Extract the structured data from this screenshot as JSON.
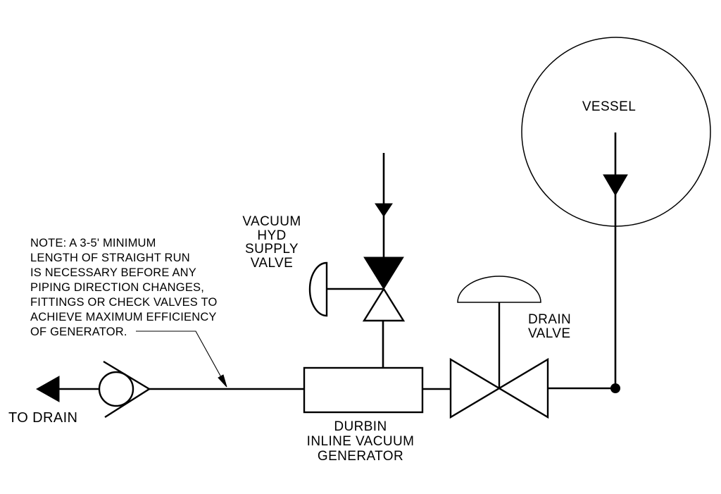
{
  "colors": {
    "line": "#000000",
    "background": "#ffffff"
  },
  "note": {
    "lines": [
      "NOTE: A 3-5' MINIMUM",
      "LENGTH OF STRAIGHT RUN",
      "IS NECESSARY BEFORE ANY",
      "PIPING DIRECTION CHANGES,",
      "FITTINGS OR CHECK VALVES TO",
      "ACHIEVE MAXIMUM EFFICIENCY",
      "OF GENERATOR."
    ]
  },
  "labels": {
    "vessel": "VESSEL",
    "to_drain": "TO DRAIN",
    "vacuum_supply_valve": {
      "lines": [
        "VACUUM",
        "HYD",
        "SUPPLY",
        "VALVE"
      ]
    },
    "drain_valve": {
      "lines": [
        "DRAIN",
        "VALVE"
      ]
    },
    "generator": {
      "lines": [
        "DURBIN",
        "INLINE VACUUM",
        "GENERATOR"
      ]
    }
  },
  "symbols": {
    "vessel": "vessel-circle",
    "check_valve": "check-valve",
    "drain_valve": "gate-valve-with-dome-actuator",
    "vacuum_supply_valve": "angle-valve-with-diaphragm-actuator",
    "generator": "inline-vacuum-generator-box",
    "flow_arrows": "filled-flow-direction-arrows",
    "junction": "pipe-junction-dot"
  }
}
